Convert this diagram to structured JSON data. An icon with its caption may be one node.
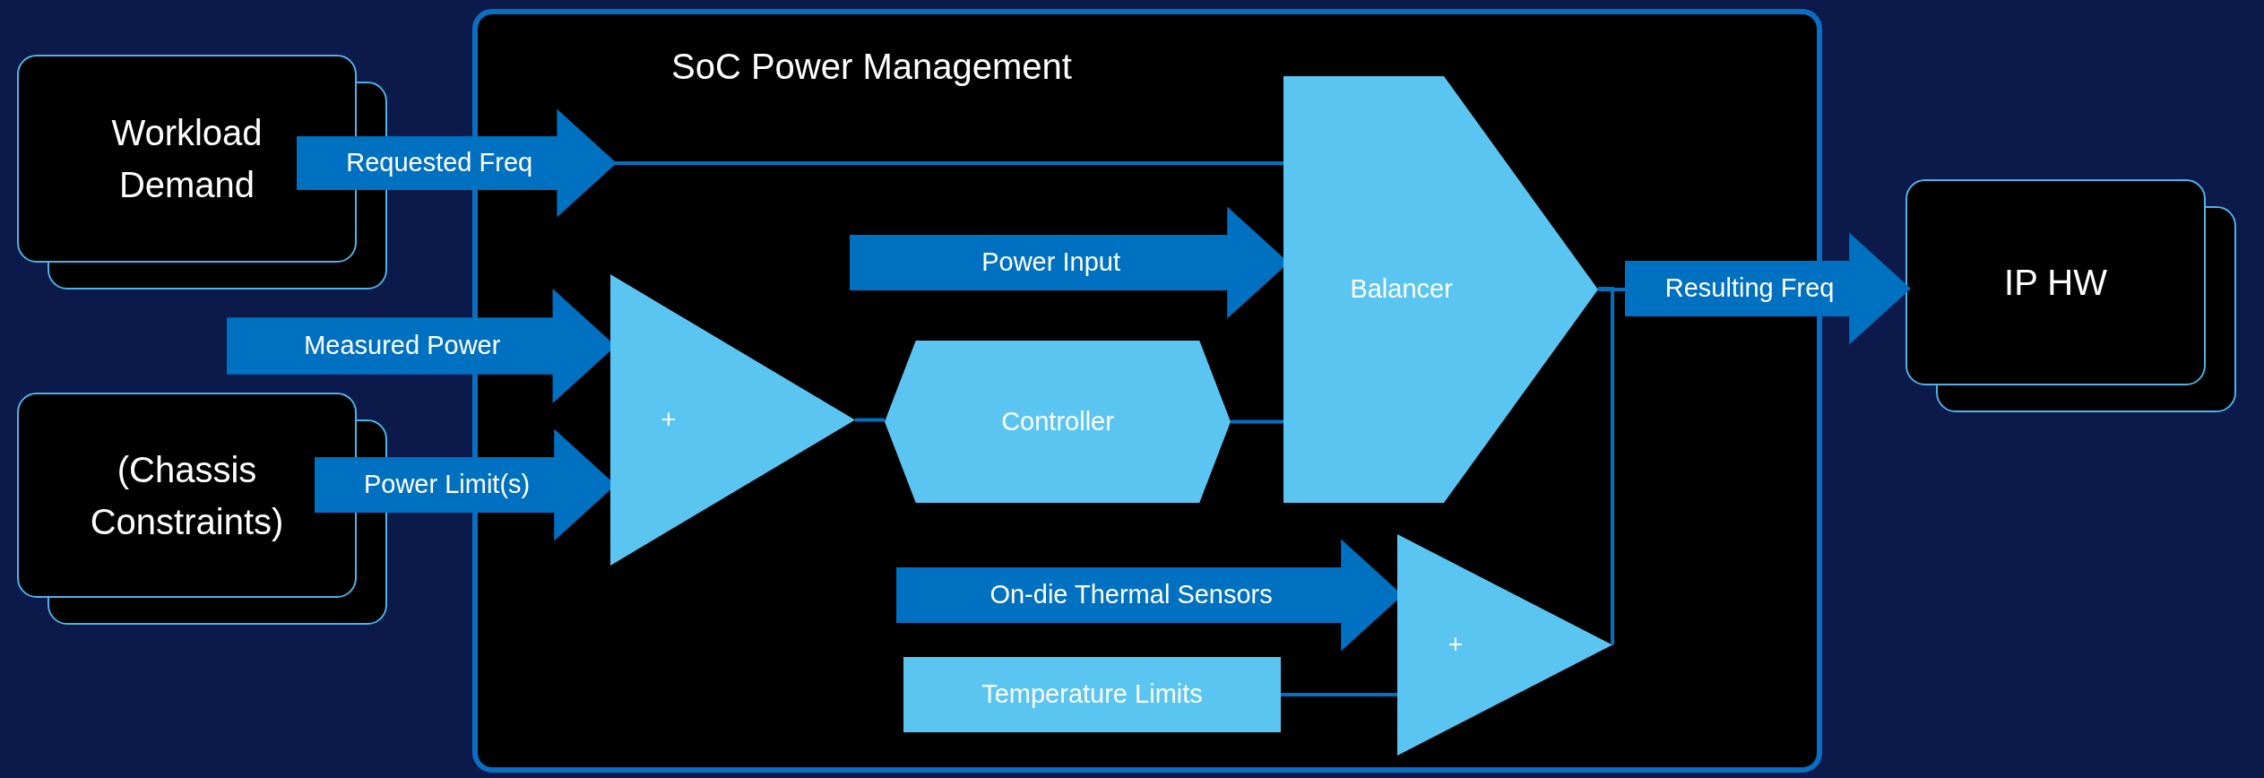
{
  "diagram": {
    "nodes": [
      {
        "text": [
          "Workload Demand"
        ]
      },
      {
        "text": [
          "(Chassis Constraints)"
        ]
      },
      {
        "text": [
          "SoC Power Management"
        ]
      },
      {
        "text": [
          "+"
        ],
        "in": 2
      },
      {
        "text": [
          "Controller"
        ],
        "in": 2
      },
      {
        "text": [
          "Balancer"
        ],
        "in": 2
      },
      {
        "text": [
          "Temperature Limits"
        ],
        "in": 2
      },
      {
        "text": [
          "+"
        ],
        "in": 2
      },
      {
        "text": [
          "IP HW"
        ]
      }
    ],
    "edges": [
      {
        "from": 0,
        "to": null,
        "label": "Requested Freq",
        "arrow": "to",
        "style": "thick"
      },
      {
        "from": null,
        "to": 5,
        "arrow": "none"
      },
      {
        "from": null,
        "to": 3,
        "label": "Measured Power",
        "arrow": "to",
        "style": "thick"
      },
      {
        "from": 1,
        "to": 3,
        "label": "Power Limit(s)",
        "arrow": "to",
        "style": "thick"
      },
      {
        "from": 3,
        "to": 4,
        "arrow": "none"
      },
      {
        "from": 4,
        "to": 5,
        "arrow": "none"
      },
      {
        "from": null,
        "to": 5,
        "label": "Power Input",
        "arrow": "to",
        "style": "thick"
      },
      {
        "from": null,
        "to": 7,
        "label": "On-die Thermal Sensors",
        "arrow": "to",
        "style": "thick"
      },
      {
        "from": 6,
        "to": 7,
        "arrow": "none"
      },
      {
        "from": 5,
        "to": null,
        "arrow": "none"
      },
      {
        "from": null,
        "to": 8,
        "label": "Resulting Freq",
        "arrow": "to",
        "style": "thick"
      },
      {
        "from": 7,
        "to": 5,
        "arrow": "none"
      }
    ]
  }
}
